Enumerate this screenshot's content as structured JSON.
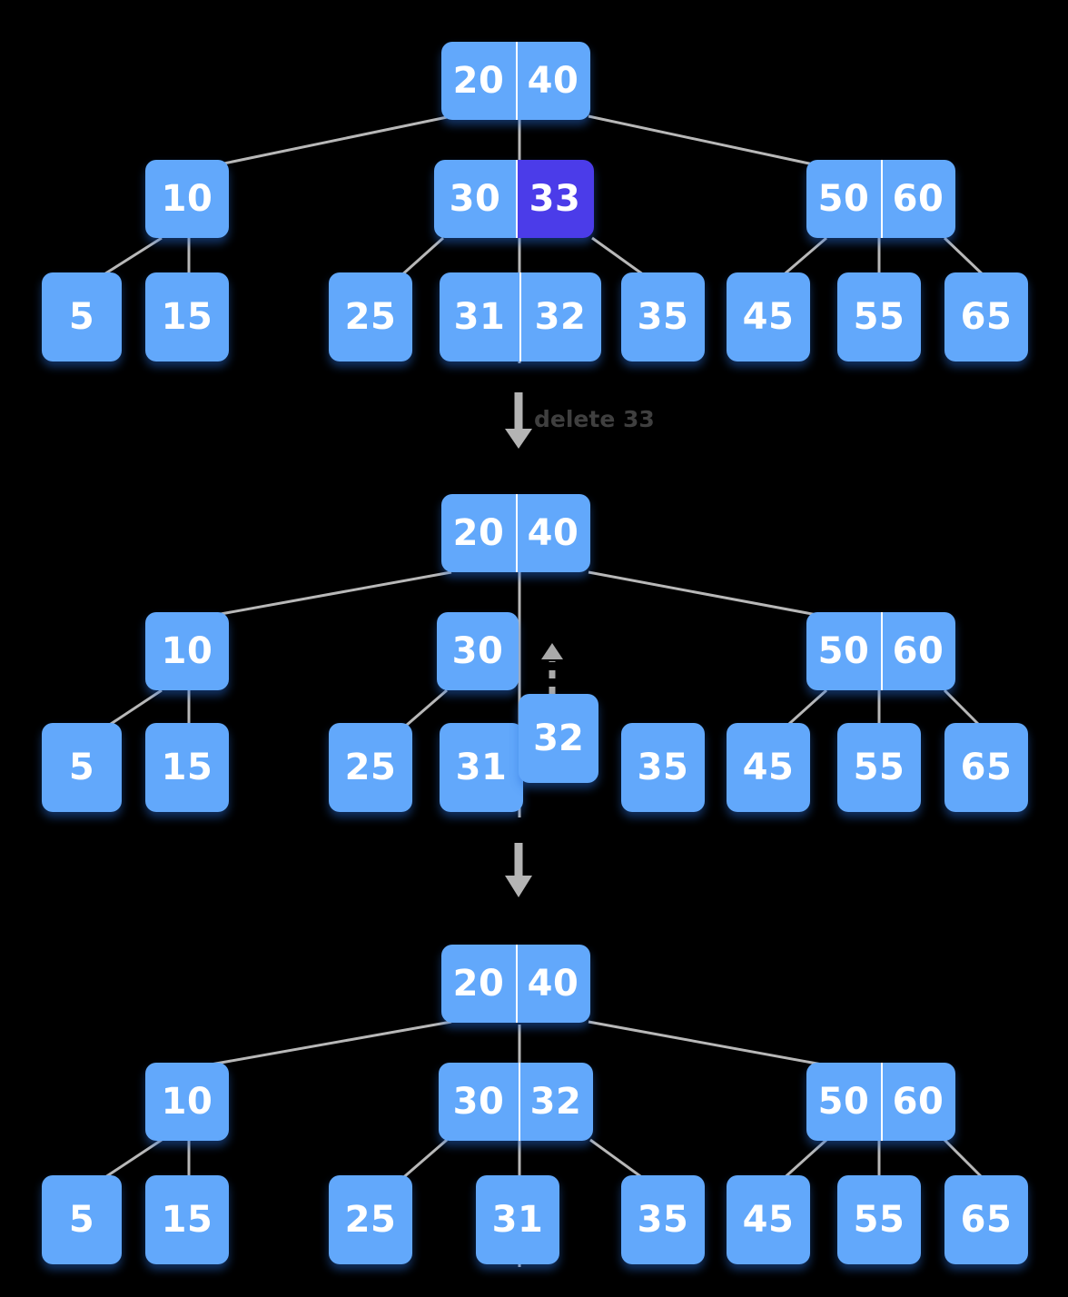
{
  "diagram": {
    "title": "B-tree deletion of key 33",
    "colors": {
      "background": "#000000",
      "node": "#62a8fb",
      "highlight": "#4b3ce9",
      "edge": "#b8b8b8",
      "arrow": "#b4b4b4",
      "label_text": "#3f3f3f",
      "node_text": "#ffffff"
    },
    "steps": [
      {
        "id": "before",
        "caption": "delete 33",
        "nodes": {
          "root": [
            "20",
            "40"
          ],
          "internal_left": [
            "10"
          ],
          "internal_mid": [
            "30",
            "33"
          ],
          "internal_right": [
            "50",
            "60"
          ],
          "leaves": [
            "5",
            "15",
            "25",
            "31 32",
            "35",
            "45",
            "55",
            "65"
          ]
        }
      },
      {
        "id": "after_remove",
        "caption": "",
        "nodes": {
          "root": [
            "20",
            "40"
          ],
          "internal_left": [
            "10"
          ],
          "internal_mid": [
            "30"
          ],
          "internal_right": [
            "50",
            "60"
          ],
          "leaves": [
            "5",
            "15",
            "25",
            "31",
            "32",
            "35",
            "45",
            "55",
            "65"
          ]
        }
      },
      {
        "id": "after_promote",
        "caption": "",
        "nodes": {
          "root": [
            "20",
            "40"
          ],
          "internal_left": [
            "10"
          ],
          "internal_mid": [
            "30",
            "32"
          ],
          "internal_right": [
            "50",
            "60"
          ],
          "leaves": [
            "5",
            "15",
            "25",
            "31",
            "35",
            "45",
            "55",
            "65"
          ]
        }
      }
    ],
    "tree1": {
      "root": {
        "cells": [
          "20",
          "40"
        ]
      },
      "level2": {
        "left": {
          "cells": [
            "10"
          ]
        },
        "mid": {
          "cells": [
            "30",
            "33"
          ],
          "highlight_index": 1
        },
        "right": {
          "cells": [
            "50",
            "60"
          ]
        }
      },
      "leaves": [
        {
          "cells": [
            "5"
          ]
        },
        {
          "cells": [
            "15"
          ]
        },
        {
          "cells": [
            "25"
          ]
        },
        {
          "cells": [
            "31",
            "32"
          ]
        },
        {
          "cells": [
            "35"
          ]
        },
        {
          "cells": [
            "45"
          ]
        },
        {
          "cells": [
            "55"
          ]
        },
        {
          "cells": [
            "65"
          ]
        }
      ]
    },
    "tree2": {
      "root": {
        "cells": [
          "20",
          "40"
        ]
      },
      "level2": {
        "left": {
          "cells": [
            "10"
          ]
        },
        "mid": {
          "cells": [
            "30"
          ]
        },
        "right": {
          "cells": [
            "50",
            "60"
          ]
        }
      },
      "leaves": [
        {
          "cells": [
            "5"
          ]
        },
        {
          "cells": [
            "15"
          ]
        },
        {
          "cells": [
            "25"
          ]
        },
        {
          "cells": [
            "31"
          ]
        },
        {
          "cells": [
            "35"
          ]
        },
        {
          "cells": [
            "45"
          ]
        },
        {
          "cells": [
            "55"
          ]
        },
        {
          "cells": [
            "65"
          ]
        }
      ],
      "floating": {
        "value": "32"
      }
    },
    "tree3": {
      "root": {
        "cells": [
          "20",
          "40"
        ]
      },
      "level2": {
        "left": {
          "cells": [
            "10"
          ]
        },
        "mid": {
          "cells": [
            "30",
            "32"
          ]
        },
        "right": {
          "cells": [
            "50",
            "60"
          ]
        }
      },
      "leaves": [
        {
          "cells": [
            "5"
          ]
        },
        {
          "cells": [
            "15"
          ]
        },
        {
          "cells": [
            "25"
          ]
        },
        {
          "cells": [
            "31"
          ]
        },
        {
          "cells": [
            "35"
          ]
        },
        {
          "cells": [
            "45"
          ]
        },
        {
          "cells": [
            "55"
          ]
        },
        {
          "cells": [
            "65"
          ]
        }
      ]
    },
    "transitions": [
      {
        "id": "t1",
        "label": "delete 33"
      },
      {
        "id": "t2",
        "label": ""
      }
    ]
  }
}
